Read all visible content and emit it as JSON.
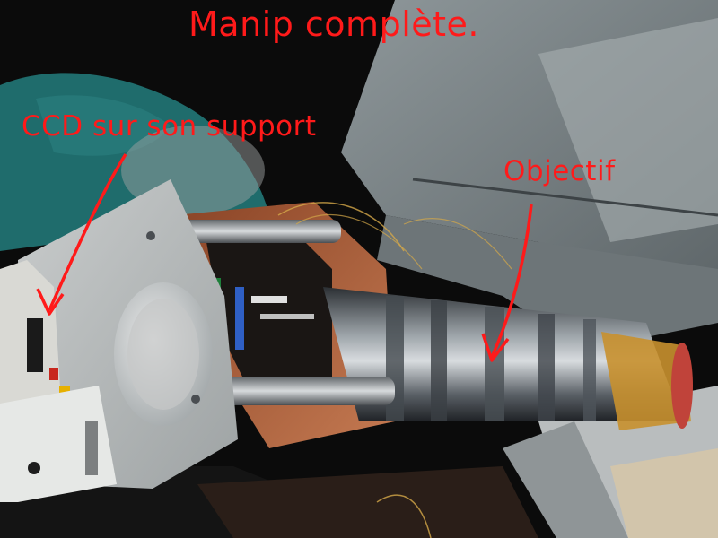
{
  "annotations": {
    "title": "Manip complète.",
    "ccd_label": "CCD sur son support",
    "objectif_label": "Objectif"
  },
  "colors": {
    "annotation_red": "#ff1a1a",
    "background_dark": "#0b0b0b",
    "aluminium": "#bfc3c4",
    "copper": "#b5653f",
    "teal_cloth": "#1f6c6c"
  }
}
